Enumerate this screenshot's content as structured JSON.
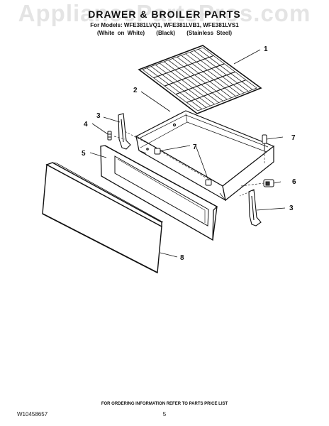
{
  "watermark": "AppliancePartsPros.com",
  "header": {
    "title": "DRAWER & BROILER PARTS",
    "models": "For Models: WFE381LVQ1, WFE381LVB1, WFE381LVS1",
    "finishes": [
      "(White on White)",
      "(Black)",
      "(Stainless Steel)"
    ]
  },
  "callouts": {
    "rack": "1",
    "drawer_body": "2",
    "slide_left": "3",
    "slide_right": "3",
    "screw": "4",
    "drawer_front": "5",
    "roller": "6",
    "fastener_right": "7",
    "fastener_center": "7",
    "drawer_panel": "8"
  },
  "footer": {
    "ordering_note": "FOR ORDERING INFORMATION REFER TO PARTS PRICE LIST",
    "document_number": "W10458657",
    "page_number": "5"
  }
}
